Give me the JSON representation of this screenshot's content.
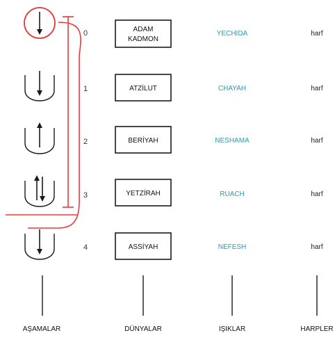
{
  "colors": {
    "accent_red": "#e8383d",
    "light_text": "#2e9aad",
    "line": "#1a1a1a"
  },
  "rows": [
    {
      "index": "0",
      "world": [
        "ADAM",
        "KADMON"
      ],
      "light": "YECHIDA",
      "harf": "harf",
      "stage_icon": "circled-down-arrow-icon"
    },
    {
      "index": "1",
      "world": [
        "ATZİLUT"
      ],
      "light": "CHAYAH",
      "harf": "harf",
      "stage_icon": "cup-down-arrow-icon"
    },
    {
      "index": "2",
      "world": [
        "BERİYAH"
      ],
      "light": "NESHAMA",
      "harf": "harf",
      "stage_icon": "cup-up-arrow-icon"
    },
    {
      "index": "3",
      "world": [
        "YETZİRAH"
      ],
      "light": "RUACH",
      "harf": "harf",
      "stage_icon": "cup-up-down-arrows-icon"
    },
    {
      "index": "4",
      "world": [
        "ASSİYAH"
      ],
      "light": "NEFESH",
      "harf": "harf",
      "stage_icon": "cup-down-arrow-icon"
    }
  ],
  "columns": {
    "stages": "AŞAMALAR",
    "worlds": "DÜNYALAR",
    "lights": "IŞIKLAR",
    "letters": "HARPLER"
  }
}
